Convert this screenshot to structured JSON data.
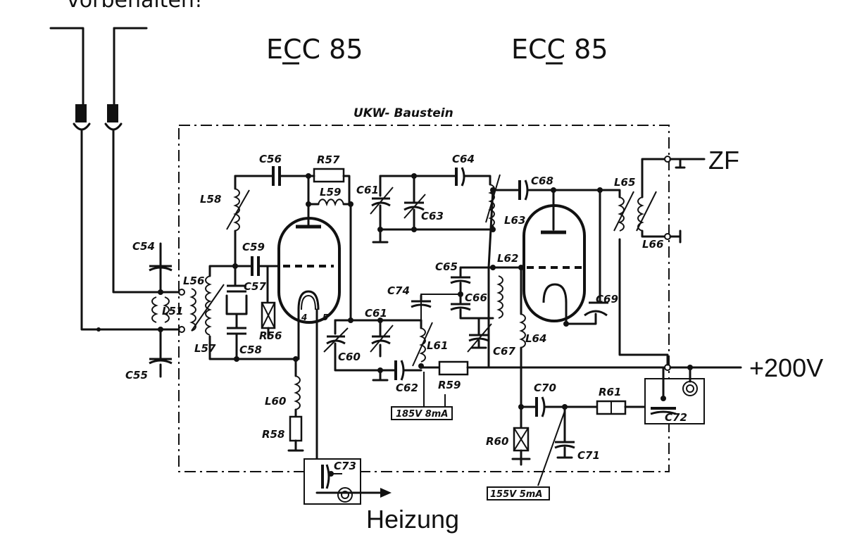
{
  "header": {
    "top_text": "vorbehalten!"
  },
  "tubes": [
    {
      "name": "ECC 85",
      "underline_char": 1
    },
    {
      "name": "ECC 85",
      "underline_char": 2
    }
  ],
  "module": {
    "title": "UKW- Baustein"
  },
  "ports": {
    "zf": "ZF",
    "supply": "+200V",
    "heater": "Heizung"
  },
  "voltage_notes": {
    "stage1": "185V 8mA",
    "stage2": "155V 5mA"
  },
  "components": {
    "c54": "C54",
    "c55": "C55",
    "c56": "C56",
    "c57": "C57",
    "c58": "C58",
    "c59": "C59",
    "c60": "C60",
    "c61a": "C61",
    "c61b": "C61",
    "c62": "C62",
    "c63": "C63",
    "c64": "C64",
    "c65": "C65",
    "c66": "C66",
    "c67": "C67",
    "c68": "C68",
    "c69": "C69",
    "c70": "C70",
    "c71": "C71",
    "c72": "C72",
    "c73": "C73",
    "c74": "C74",
    "l51": "L51",
    "l56": "L56",
    "l57": "L57",
    "l58": "L58",
    "l59": "L59",
    "l60": "L60",
    "l61": "L61",
    "l62": "L62",
    "l63": "L63",
    "l64": "L64",
    "l65": "L65",
    "l66": "L66",
    "r56": "R56",
    "r57": "R57",
    "r58": "R58",
    "r59": "R59",
    "r60": "R60",
    "r61": "R61",
    "pin4": "4",
    "pin5": "5"
  }
}
